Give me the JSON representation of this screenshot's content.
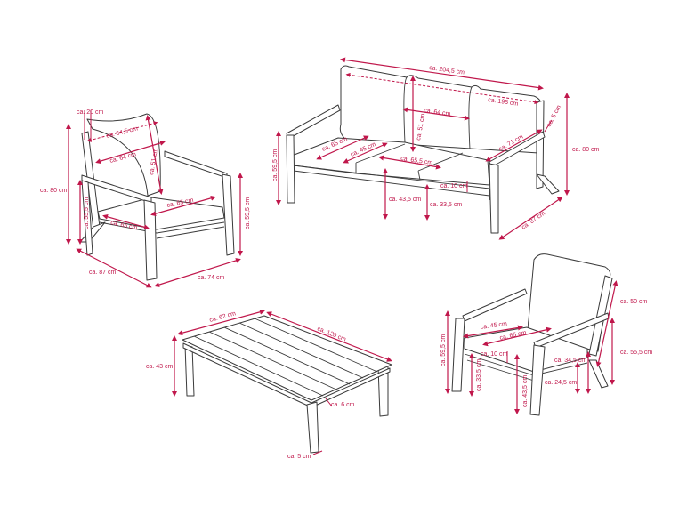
{
  "colors": {
    "dimension": "#c0174b",
    "outline": "#3a3a3a",
    "background": "#ffffff"
  },
  "armchair_left": {
    "labels": [
      "ca. 20 cm",
      "ca. 64,5 cm",
      "ca. 64 cm",
      "ca. 51 cm",
      "ca. 80 cm",
      "ca. 55,5 cm",
      "ca. 65 cm",
      "ca. 65 cm",
      "ca. 59,5 cm",
      "ca. 87 cm",
      "ca. 74 cm"
    ]
  },
  "sofa": {
    "labels": [
      "ca. 204,5 cm",
      "ca. 195 cm",
      "ca. 64 cm",
      "ca. 51 cm",
      "ca. 65 cm",
      "ca. 45 cm",
      "ca. 65,5 cm",
      "ca. 71 cm",
      "ca. 5 cm",
      "ca. 80 cm",
      "ca. 59,5 cm",
      "ca. 43,5 cm",
      "ca. 33,5 cm",
      "ca. 10 cm",
      "ca. 87 cm"
    ]
  },
  "armchair_right": {
    "labels": [
      "ca. 45 cm",
      "ca. 65 cm",
      "ca. 10 cm",
      "ca. 59,5 cm",
      "ca. 33,5 cm",
      "ca. 43,5 cm",
      "ca. 34,5 cm",
      "ca. 24,5 cm",
      "ca. 50 cm",
      "ca. 55,5 cm"
    ]
  },
  "table": {
    "labels": [
      "ca. 62 cm",
      "ca. 120 cm",
      "ca. 43 cm",
      "ca. 6 cm",
      "ca. 5 cm"
    ]
  }
}
